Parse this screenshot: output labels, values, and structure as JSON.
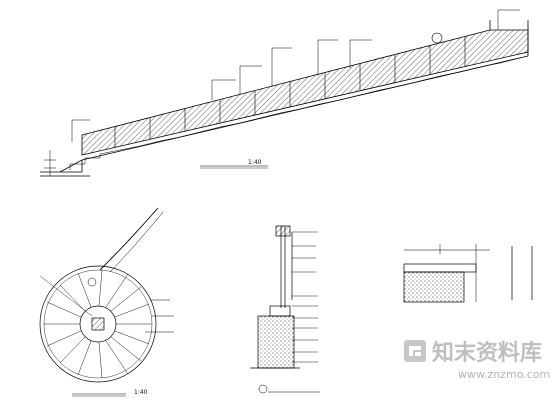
{
  "drawing": {
    "elevation": {
      "scale_label": "1:40"
    },
    "plan": {
      "scale_label": "1:40"
    },
    "section": {}
  },
  "watermark": {
    "site_name_cn": "知末资料库",
    "site_url": "www.znzmo.com"
  },
  "colors": {
    "line": "#000000",
    "watermark": "#bfbfbf"
  },
  "icons": [
    "logo-icon"
  ]
}
